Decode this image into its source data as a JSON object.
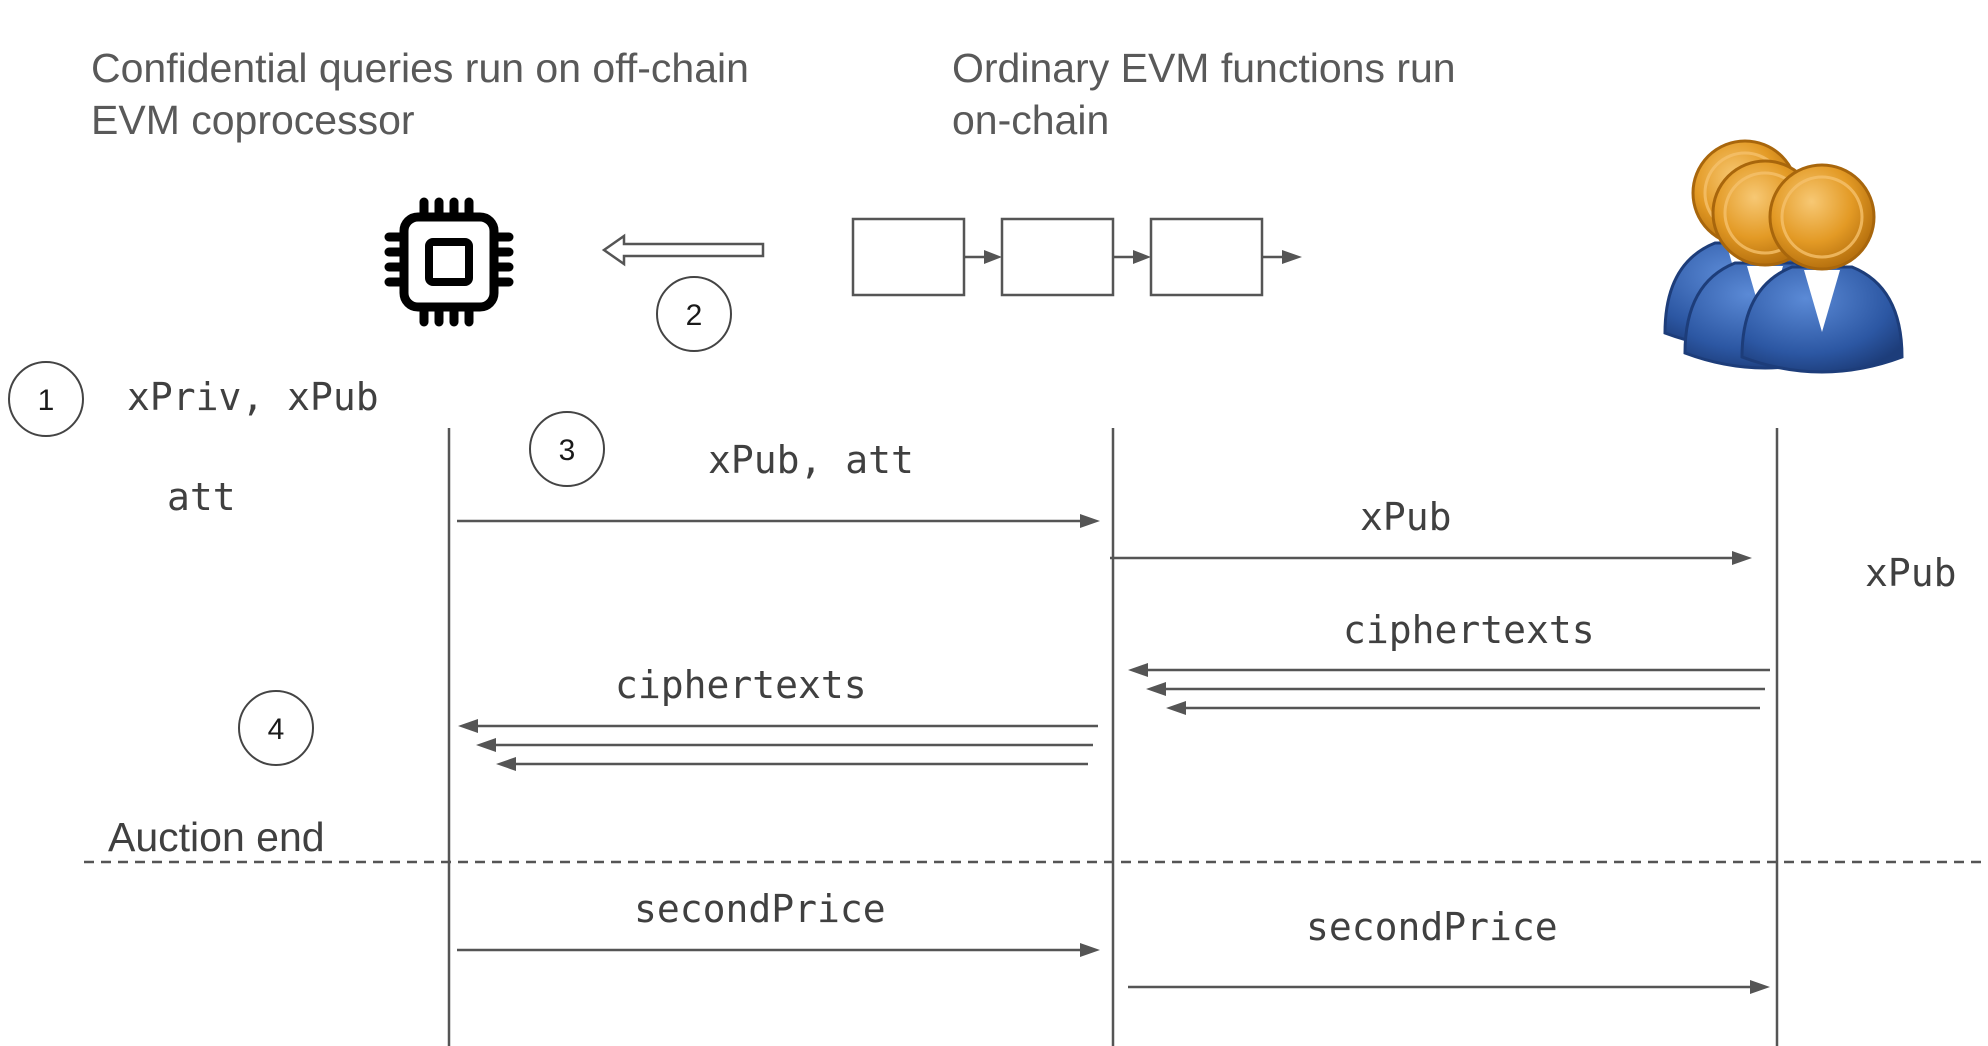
{
  "headings": {
    "offchain_line1": "Confidential queries run on off-chain",
    "offchain_line2": "EVM coprocessor",
    "onchain_line1": "Ordinary EVM functions run",
    "onchain_line2": "on-chain"
  },
  "icons": {
    "coprocessor": "cpu-chip-icon",
    "blockchain": "block-chain-icon",
    "users": "users-group-icon"
  },
  "steps": [
    "1",
    "2",
    "3",
    "4"
  ],
  "labels": {
    "keys": "xPriv, xPub",
    "att_left": "att",
    "xpub_att": "xPub, att",
    "xpub_mid": "xPub",
    "xpub_right": "xPub",
    "ciphertexts_right": "ciphertexts",
    "ciphertexts_left": "ciphertexts",
    "auction_end": "Auction end",
    "secondprice_left": "secondPrice",
    "secondprice_right": "secondPrice"
  },
  "colors": {
    "heading_text": "#595959",
    "line": "#555555",
    "user_body": "#2f5da8",
    "user_head": "#e09a2a"
  }
}
